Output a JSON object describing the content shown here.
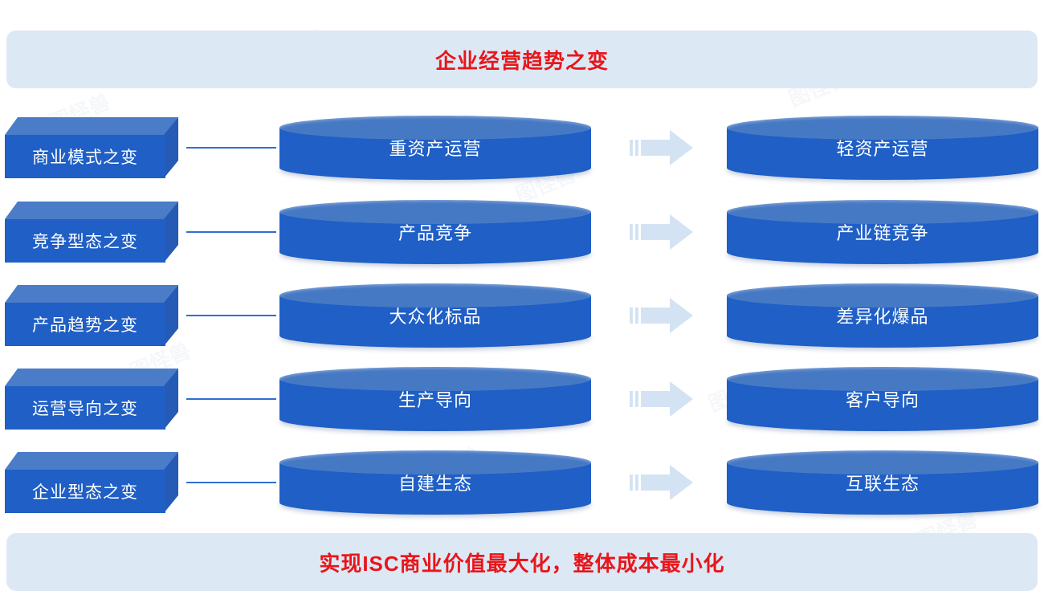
{
  "header": {
    "title": "企业经营趋势之变",
    "bar_color": "#dde8f5",
    "text_color": "#e8161a"
  },
  "footer": {
    "title": "实现ISC商业价值最大化，整体成本最小化",
    "bar_color": "#dde8f5",
    "text_color": "#e8161a"
  },
  "theme": {
    "box_front": "#1f5fc6",
    "box_top": "#4a7cc7",
    "box_side": "#255bb5",
    "cylinder_body": "#1f5fc6",
    "cylinder_top": "#4679c4",
    "connector_line": "#2f6fd0",
    "arrow_fill": "#d4e3f3",
    "label_text": "#ffffff"
  },
  "rows": [
    {
      "label": "商业模式之变",
      "from": "重资产运营",
      "to": "轻资产运营",
      "arrow_icon": "arrow-right-icon"
    },
    {
      "label": "竞争型态之变",
      "from": "产品竞争",
      "to": "产业链竞争",
      "arrow_icon": "arrow-right-icon"
    },
    {
      "label": "产品趋势之变",
      "from": "大众化标品",
      "to": "差异化爆品",
      "arrow_icon": "arrow-right-icon"
    },
    {
      "label": "运营导向之变",
      "from": "生产导向",
      "to": "客户导向",
      "arrow_icon": "arrow-right-icon"
    },
    {
      "label": "企业型态之变",
      "from": "自建生态",
      "to": "互联生态",
      "arrow_icon": "arrow-right-icon"
    }
  ],
  "watermarks": [
    "图怪兽",
    "图怪兽",
    "图怪兽",
    "图怪兽",
    "图怪兽",
    "图怪兽",
    "图怪兽",
    "图怪兽"
  ]
}
